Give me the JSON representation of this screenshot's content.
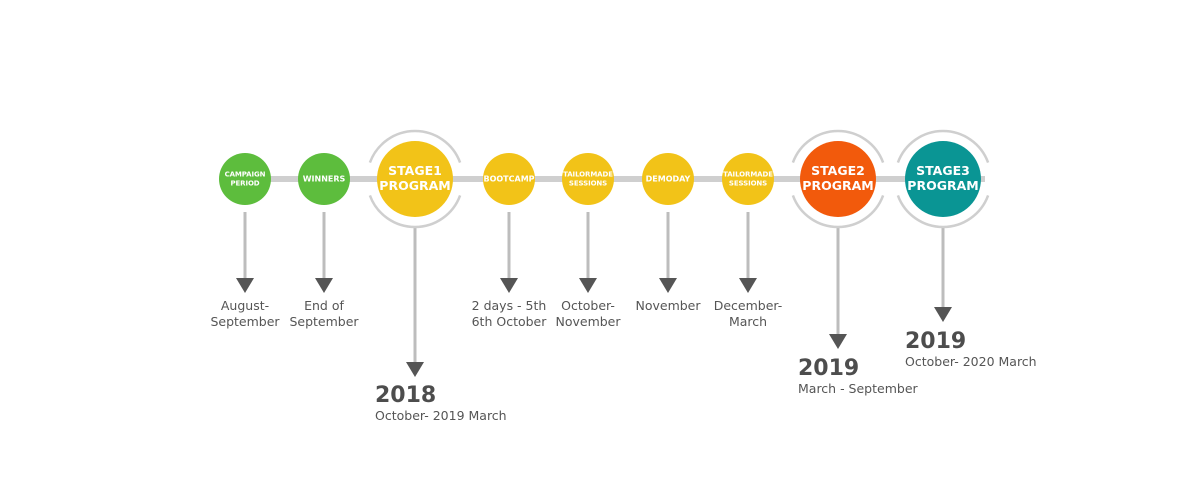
{
  "colors": {
    "green": "#5dbd3d",
    "yellow": "#f2c318",
    "orange": "#f25a0c",
    "teal": "#0a9594",
    "track": "#cfcfcf",
    "arc": "#cfcfcf",
    "connector": "#bdbdbd",
    "arrow": "#555555"
  },
  "nodes": [
    {
      "id": "campaign-period",
      "label_lines": [
        "CAMPAIGN",
        "PERIOD"
      ],
      "color": "green",
      "date_lines": [
        "August-",
        "September"
      ]
    },
    {
      "id": "winners",
      "label_lines": [
        "WINNERS"
      ],
      "color": "green",
      "date_lines": [
        "End of",
        "September"
      ]
    },
    {
      "id": "stage1-program",
      "label_lines": [
        "STAGE1",
        "PROGRAM"
      ],
      "color": "yellow",
      "year": "2018",
      "range": "October- 2019 March"
    },
    {
      "id": "bootcamp",
      "label_lines": [
        "BOOTCAMP"
      ],
      "color": "yellow",
      "date_lines": [
        "2 days - 5th",
        "6th October"
      ]
    },
    {
      "id": "tailormade-sessions-1",
      "label_lines": [
        "TAILORMADE",
        "SESSIONS"
      ],
      "color": "yellow",
      "date_lines": [
        "October-",
        "November"
      ]
    },
    {
      "id": "demoday",
      "label_lines": [
        "DEMODAY"
      ],
      "color": "yellow",
      "date_lines": [
        "November"
      ]
    },
    {
      "id": "tailormade-sessions-2",
      "label_lines": [
        "TAILORMADE",
        "SESSIONS"
      ],
      "color": "yellow",
      "date_lines": [
        "December-",
        "March"
      ]
    },
    {
      "id": "stage2-program",
      "label_lines": [
        "STAGE2",
        "PROGRAM"
      ],
      "color": "orange",
      "year": "2019",
      "range": "March - September"
    },
    {
      "id": "stage3-program",
      "label_lines": [
        "STAGE3",
        "PROGRAM"
      ],
      "color": "teal",
      "year": "2019",
      "range": "October- 2020 March"
    }
  ]
}
